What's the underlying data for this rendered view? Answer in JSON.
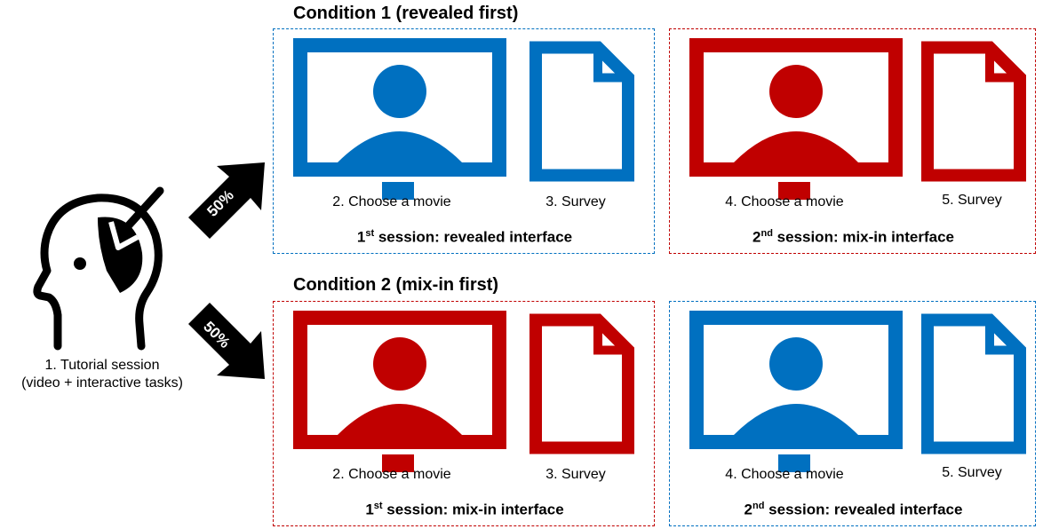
{
  "colors": {
    "blue": "#0070c0",
    "red": "#c00000",
    "black": "#000000"
  },
  "tutorial": {
    "line1": "1. Tutorial session",
    "line2": "(video + interactive tasks)",
    "icon": "head-with-arrow-icon"
  },
  "arrows": {
    "top_pct": "50%",
    "bottom_pct": "50%"
  },
  "conditions": [
    {
      "title": "Condition 1 (revealed first)",
      "first": {
        "choose": "2. Choose a movie",
        "survey": "3. Survey",
        "ordinal_num": "1",
        "ordinal_suffix": "st",
        "session_text": " session: revealed interface"
      },
      "second": {
        "choose": "4. Choose a movie",
        "survey": "5. Survey",
        "ordinal_num": "2",
        "ordinal_suffix": "nd",
        "session_text": " session: mix-in interface"
      }
    },
    {
      "title": "Condition 2 (mix-in first)",
      "first": {
        "choose": "2. Choose a movie",
        "survey": "3. Survey",
        "ordinal_num": "1",
        "ordinal_suffix": "st",
        "session_text": " session: mix-in interface"
      },
      "second": {
        "choose": "4. Choose a movie",
        "survey": "5. Survey",
        "ordinal_num": "2",
        "ordinal_suffix": "nd",
        "session_text": " session: revealed interface"
      }
    }
  ]
}
